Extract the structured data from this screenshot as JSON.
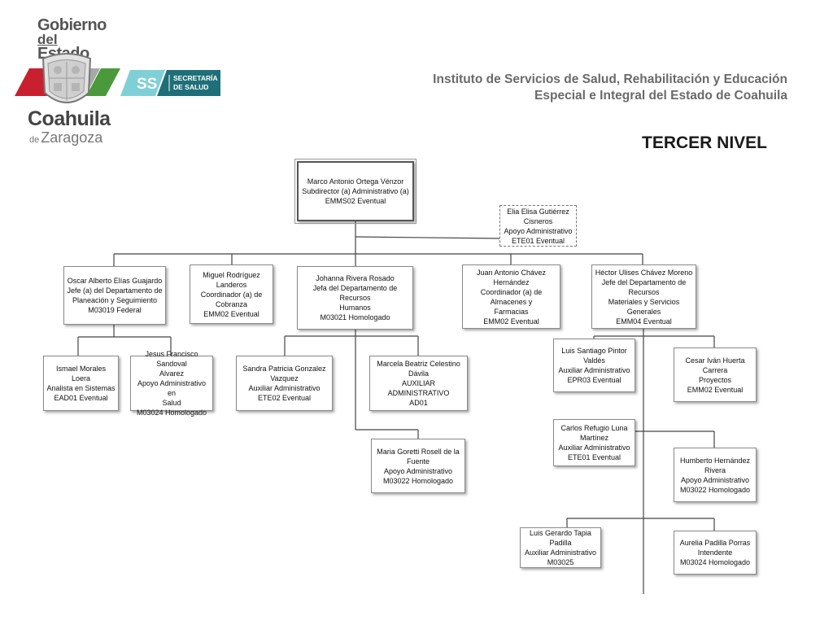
{
  "logo": {
    "gobierno": "Gobierno",
    "del": "del",
    "estado": "Estado",
    "coahuila": "Coahuila",
    "de": "de",
    "zaragoza": "Zaragoza",
    "ss": "SS",
    "secretaria": "SECRETARÍA",
    "de_salud": "DE SALUD"
  },
  "header": {
    "institute_line1": "Instituto de Servicios de Salud, Rehabilitación y Educación",
    "institute_line2": "Especial e Integral del Estado de Coahuila",
    "level_title": "TERCER NIVEL"
  },
  "nodes": {
    "marco": [
      "Marco Antonio Ortega Vénzor",
      "Subdirector (a) Administrativo (a)",
      "EMMS02 Eventual"
    ],
    "elia": [
      "Elia Elisa Gutiérrez",
      "Cisneros",
      "Apoyo Administrativo",
      "ETE01 Eventual"
    ],
    "oscar": [
      "Oscar Alberto Elías Guajardo",
      "Jefe (a) del Departamento de",
      "Planeación y Seguimiento",
      "M03019 Federal"
    ],
    "miguel": [
      "Miguel Rodríguez Landeros",
      "Coordinador (a) de",
      "Cobranza",
      "EMM02 Eventual"
    ],
    "johanna": [
      "Johanna Rivera Rosado",
      "Jefa del Departamento de Recursos",
      "Humanos",
      "M03021 Homologado"
    ],
    "juan": [
      "Juan Antonio Chávez Hernández",
      "Coordinador (a) de Almacenes y",
      "Farmacias",
      "EMM02 Eventual"
    ],
    "hector": [
      "Héctor Ulises Chávez Moreno",
      "Jefe del Departamento de Recursos",
      "Materiales y Servicios Generales",
      "EMM04 Eventual"
    ],
    "ismael": [
      "Ismael Morales Loera",
      "Analista en Sistemas",
      "EAD01 Eventual"
    ],
    "jesus": [
      "Jesus Francisco Sandoval",
      "Alvarez",
      "Apoyo Administrativo en",
      "Salud",
      "M03024 Homologado"
    ],
    "sandra": [
      "Sandra Patricia Gonzalez",
      "Vazquez",
      "Auxiliar Administrativo",
      "ETE02 Eventual"
    ],
    "marcela": [
      "Marcela Beatriz Celestino Dávila",
      "AUXILIAR ADMINISTRATIVO",
      "AD01"
    ],
    "maria": [
      "Maria Goretti Rosell de la",
      "Fuente",
      "Apoyo Administrativo",
      "M03022 Homologado"
    ],
    "luis_santiago": [
      "Luis Santiago Pintor Valdés",
      "Auxiliar Administrativo",
      "EPR03 Eventual"
    ],
    "cesar": [
      "Cesar Iván Huerta Carrera",
      "Proyectos",
      "EMM02 Eventual"
    ],
    "carlos": [
      "Carlos Refugio Luna",
      "Martínez",
      "Auxiliar Administrativo",
      "ETE01 Eventual"
    ],
    "humberto": [
      "Humberto Hernández Rivera",
      "Apoyo Administrativo",
      "M03022  Homologado"
    ],
    "luis_gerardo": [
      "Luis Gerardo Tapia Padilla",
      "Auxiliar Administrativo",
      "M03025"
    ],
    "aurelia": [
      "Aurelia Padilla Porras",
      "Intendente",
      "M03024 Homologado"
    ]
  },
  "colors": {
    "ribbon_red": "#c8202f",
    "ribbon_green": "#4a9a3c",
    "secretaria_teal": "#1f6f78",
    "ss_cyan": "#7fd0d6",
    "line": "#444444"
  }
}
